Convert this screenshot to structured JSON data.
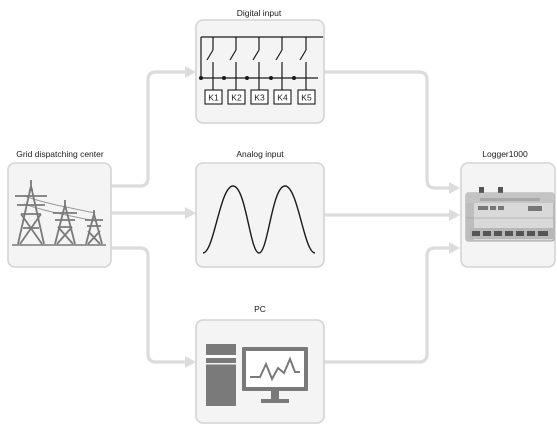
{
  "nodes": {
    "grid": {
      "label": "Grid dispatching center",
      "icon": "transmission-tower-icon"
    },
    "digital": {
      "label": "Digital input",
      "switches": [
        "K1",
        "K2",
        "K3",
        "K4",
        "K5"
      ]
    },
    "analog": {
      "label": "Analog input",
      "icon": "sine-wave-icon"
    },
    "pc": {
      "label": "PC",
      "icon": "computer-icon"
    },
    "logger": {
      "label": "Logger1000",
      "icon": "logger-device-icon"
    }
  },
  "colors": {
    "box_fill": "#f4f4f4",
    "box_border": "#d4d4d4",
    "arrow": "#dcdcdc",
    "line_art": "#1a1a1a",
    "icon_gray": "#7a7a7a"
  }
}
